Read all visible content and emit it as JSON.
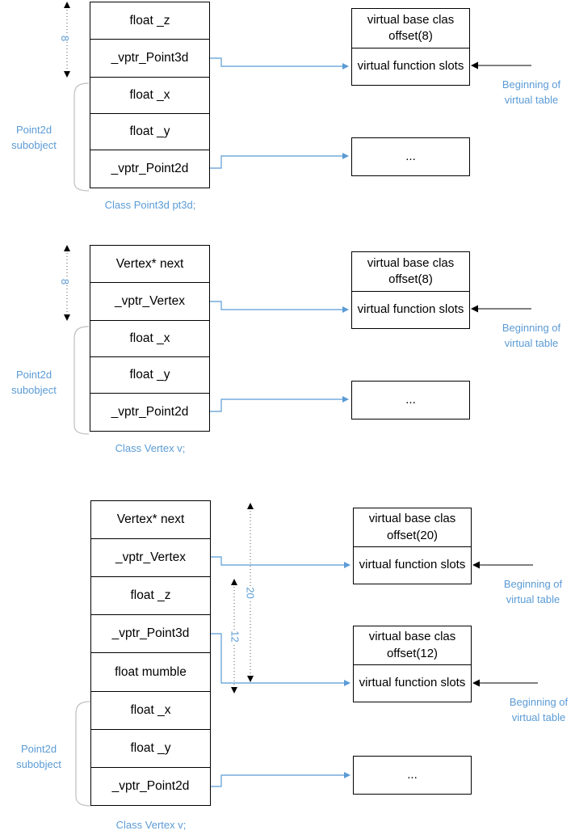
{
  "diagram1": {
    "cells": [
      "float _z",
      "_vptr_Point3d",
      "float _x",
      "float _y",
      "_vptr_Point2d"
    ],
    "vtable_offset": "virtual base clas offset(8)",
    "vtable_slots": "virtual function slots",
    "ellipsis": "...",
    "beginning_label": "Beginning of virtual table",
    "subobject_label": "Point2d subobject",
    "caption": "Class Point3d pt3d;",
    "offset_number": "8"
  },
  "diagram2": {
    "cells": [
      "Vertex* next",
      "_vptr_Vertex",
      "float _x",
      "float _y",
      "_vptr_Point2d"
    ],
    "vtable_offset": "virtual base clas offset(8)",
    "vtable_slots": "virtual function slots",
    "ellipsis": "...",
    "beginning_label": "Beginning of virtual table",
    "subobject_label": "Point2d subobject",
    "caption": "Class Vertex v;",
    "offset_number": "8"
  },
  "diagram3": {
    "cells": [
      "Vertex* next",
      "_vptr_Vertex",
      "float _z",
      "_vptr_Point3d",
      "float mumble",
      "float _x",
      "float _y",
      "_vptr_Point2d"
    ],
    "vtable1_offset": "virtual base clas offset(20)",
    "vtable1_slots": "virtual function slots",
    "vtable2_offset": "virtual base clas offset(12)",
    "vtable2_slots": "virtual function slots",
    "ellipsis": "...",
    "beginning_label": "Beginning of virtual table",
    "subobject_label": "Point2d subobject",
    "caption": "Class Vertex v;",
    "offset_number_20": "20",
    "offset_number_12": "12"
  },
  "colors": {
    "accent_blue": "#5b9bd5",
    "line": "#000000"
  }
}
